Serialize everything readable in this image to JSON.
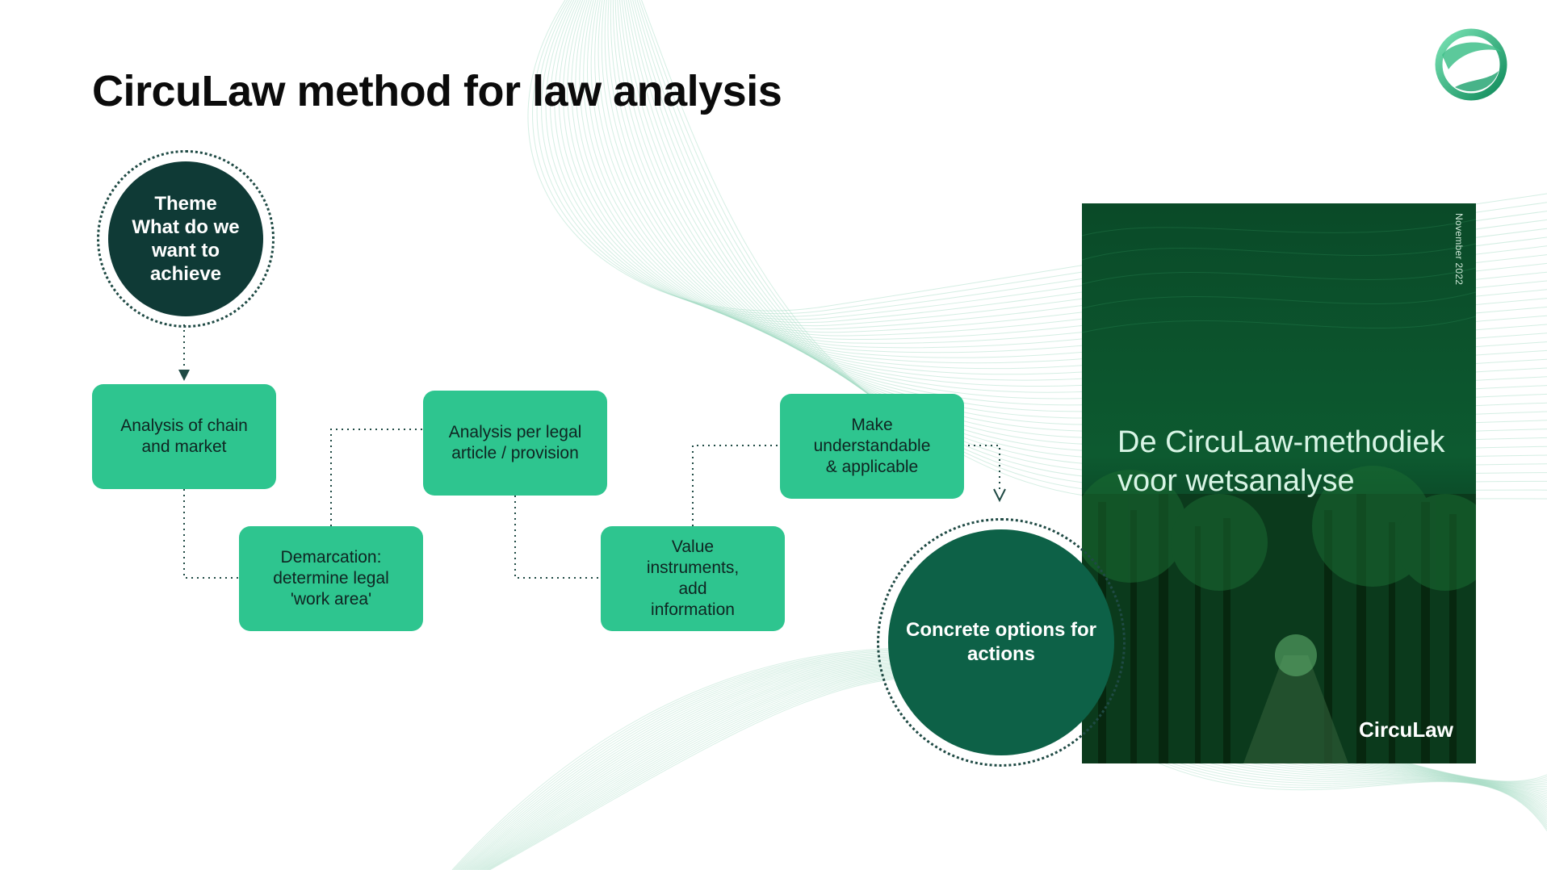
{
  "page": {
    "title": "CircuLaw method for law analysis"
  },
  "theme": {
    "text": "Theme\nWhat do we\nwant to\nachieve"
  },
  "steps": [
    {
      "text": "Analysis of chain\nand market"
    },
    {
      "text": "Demarcation:\ndetermine legal\n'work area'"
    },
    {
      "text": "Analysis per legal\narticle / provision"
    },
    {
      "text": "Value\ninstruments,\nadd\ninformation"
    },
    {
      "text": "Make\nunderstandable\n& applicable"
    }
  ],
  "result": {
    "text": "Concrete options for actions"
  },
  "document": {
    "date": "November 2022",
    "title": "De CircuLaw-methodiek\nvoor wetsanalyse",
    "brand": "CircuLaw"
  },
  "colors": {
    "dark_teal": "#0f3a36",
    "box_green": "#2ec58f",
    "result_green": "#0d6147",
    "wave_line": "#9fd9c1"
  },
  "icons": {
    "logo": "circulaw-logo-icon",
    "arrow": "arrow-down-icon"
  }
}
